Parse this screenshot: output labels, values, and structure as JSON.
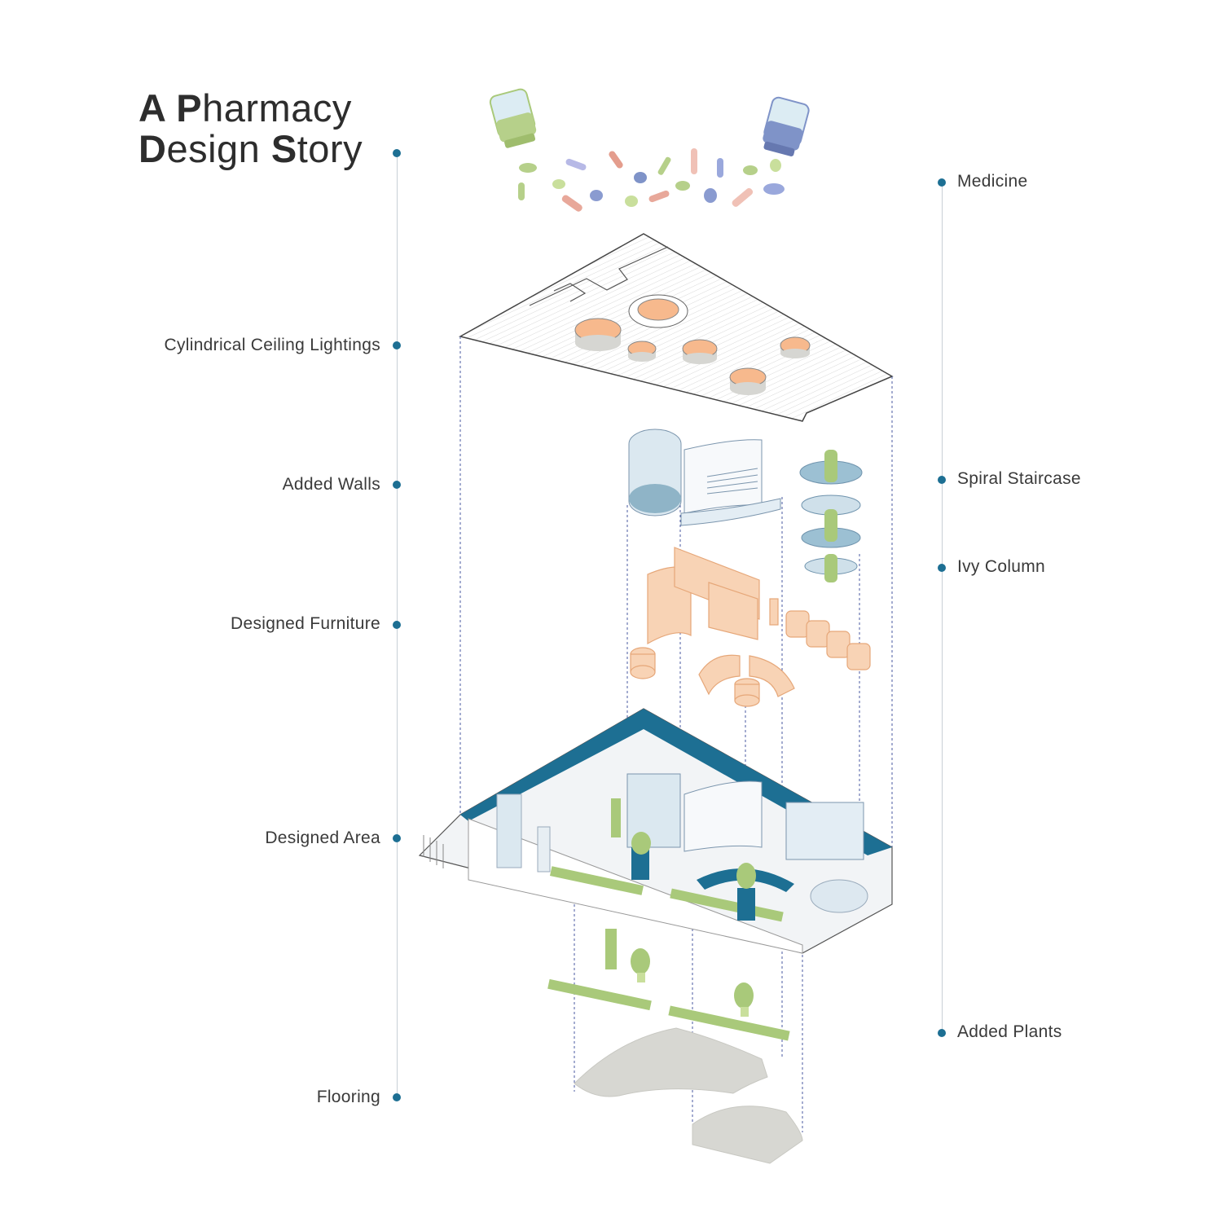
{
  "title": {
    "line1_a": "A ",
    "line1_b": "P",
    "line1_c": "harmacy",
    "line2_a": "D",
    "line2_b": "esign ",
    "line2_c": "S",
    "line2_d": "tory"
  },
  "left_labels": [
    "Cylindrical Ceiling Lightings",
    "Added Walls",
    "Designed Furniture",
    "Designed Area",
    "Flooring"
  ],
  "right_labels": [
    "Medicine",
    "Spiral Staircase",
    "Ivy Column",
    "Added Plants"
  ],
  "colors": {
    "accent": "#1d6f93",
    "furniture": "#f5c4a0",
    "wall_blue": "#cfe0ea",
    "plant_green": "#a9c97a",
    "light_orange": "#f7b98d",
    "floor_grey": "#d7d7d2",
    "line": "#c8cfd6"
  },
  "icons": [
    "medicine-bottle-green-icon",
    "medicine-bottle-blue-icon",
    "pills-icon"
  ]
}
